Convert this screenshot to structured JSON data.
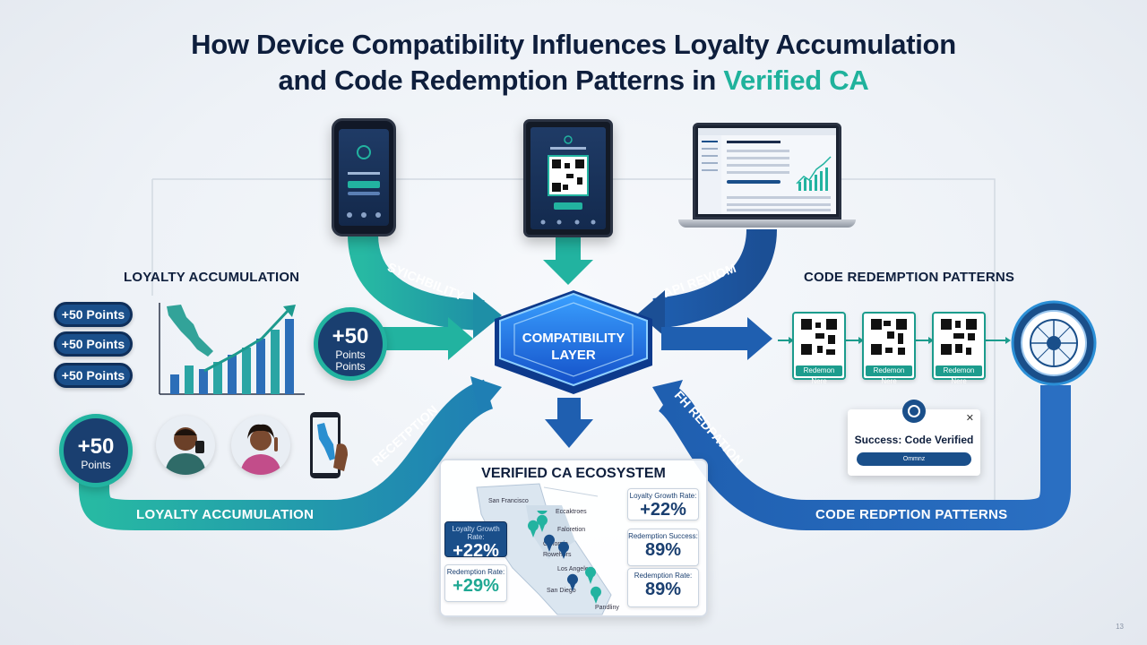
{
  "title": {
    "line1": "How Device Compatibility Influences Loyalty Accumulation",
    "line2_prefix": "and Code Redemption Patterns in ",
    "line2_accent": "Verified CA"
  },
  "labels": {
    "loyalty_header": "LOYALTY ACCUMULATION",
    "code_header": "CODE REDEMPTION PATTERNS",
    "hub_line1": "COMPATIBILITY",
    "hub_line2": "LAYER",
    "arrow_sync": "SYICHBILITY",
    "arrow_api": "API REVIOM",
    "arrow_reception": "RECETPTION",
    "arrow_redemption": "FH REDPATION",
    "flow_bottom_left": "LOYALTY ACCUMULATION",
    "flow_bottom_right": "CODE REDPTION PATTERNS"
  },
  "points": {
    "pills": [
      "+50 Points",
      "+50 Points",
      "+50 Points"
    ],
    "circle_mid": {
      "value": "+50",
      "line2": "Points",
      "line3": "Points"
    },
    "circle_bottom": {
      "value": "+50",
      "line2": "Points"
    }
  },
  "qr_cards": [
    "Redemon Nere",
    "Redemon Nere",
    "Redemon Nere"
  ],
  "modal": {
    "message": "Success: Code Verified",
    "button": "Ommnz",
    "close": "✕"
  },
  "ecosystem": {
    "title": "VERIFIED CA ECOSYSTEM",
    "cities": [
      "San Francisco",
      "Eccaktroes",
      "Faloretion",
      "Calfornia",
      "Los Angeles",
      "San Diego",
      "Rowehors",
      "Pandliny"
    ],
    "stats": [
      {
        "label": "Loyalty Growth Rate:",
        "value": "+22%"
      },
      {
        "label": "Redemption Success:",
        "value": "89%"
      },
      {
        "label": "Redemption Rate:",
        "value": "89%"
      },
      {
        "label": "Loyalty Growth Rate:",
        "value": "+22%"
      },
      {
        "label": "Redemption Rate:",
        "value": "+29%"
      }
    ]
  },
  "slide_number": "13",
  "colors": {
    "teal": "#22b3a0",
    "navy": "#0f1f3d",
    "blue": "#1a4f8a",
    "hub": "#1f6fe0"
  }
}
